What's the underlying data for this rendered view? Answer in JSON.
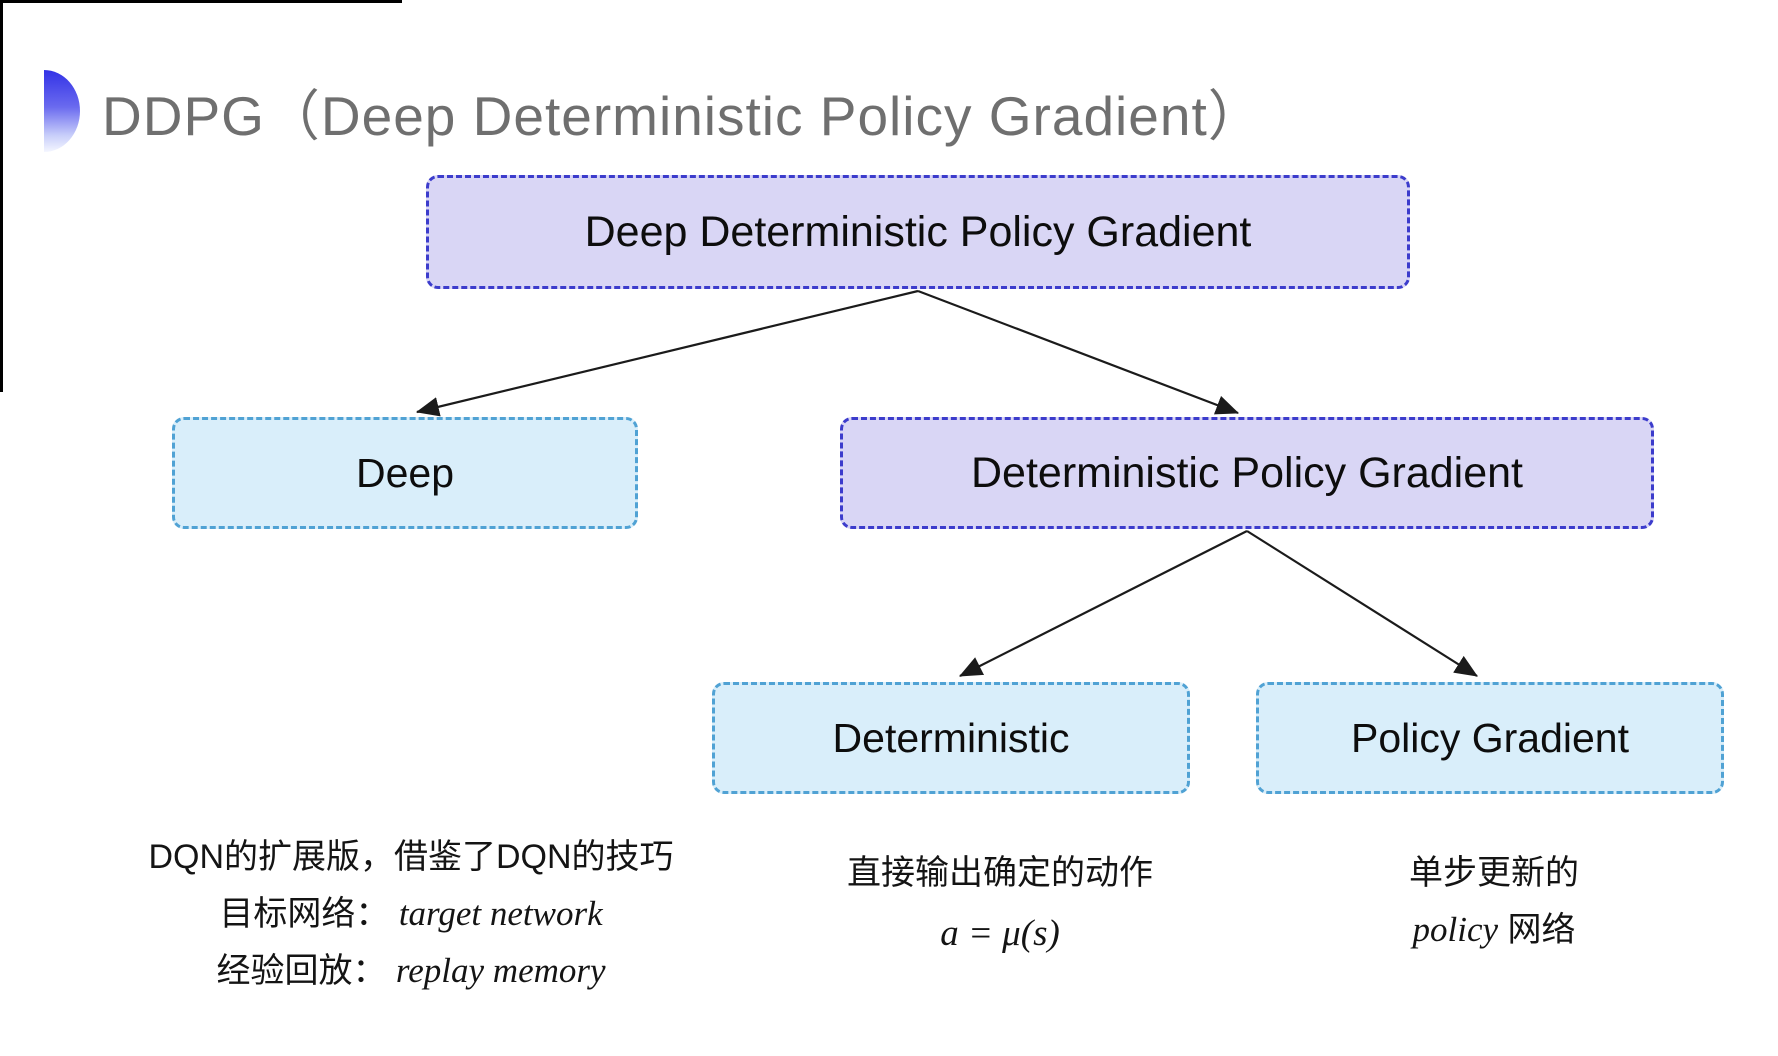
{
  "title": {
    "text": "DDPG（Deep Deterministic Policy Gradient）"
  },
  "nodes": {
    "root": {
      "label": "Deep Deterministic Policy Gradient"
    },
    "deep": {
      "label": "Deep"
    },
    "dpg": {
      "label": "Deterministic Policy Gradient"
    },
    "deterministic": {
      "label": "Deterministic"
    },
    "policy_gradient": {
      "label": "Policy Gradient"
    }
  },
  "annotations": {
    "deep_notes": {
      "line1": "DQN的扩展版，借鉴了DQN的技巧",
      "line2_label": "目标网络：",
      "line2_term": "target network",
      "line3_label": "经验回放：",
      "line3_term": "replay memory"
    },
    "deterministic_note": {
      "line1": "直接输出确定的动作",
      "formula": "a = μ(s)"
    },
    "policy_gradient_note": {
      "line1": "单步更新的",
      "term": "policy",
      "suffix": " 网络"
    }
  },
  "colors": {
    "lavender_fill": "#d9d6f5",
    "lavender_border": "#3c3ccc",
    "cyan_fill": "#d9eefa",
    "cyan_border": "#50a2d4",
    "title_gray": "#6f6f6f",
    "text_black": "#0d0d0d",
    "arrow_black": "#1b1b1b",
    "bullet_blue": "#3232e6"
  }
}
